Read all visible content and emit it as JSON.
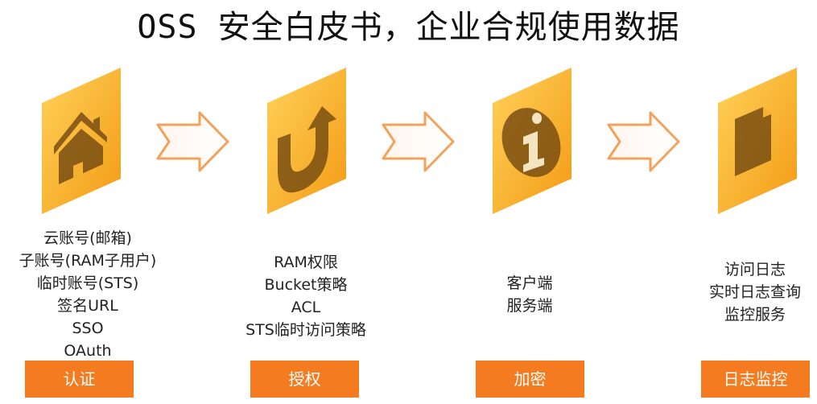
{
  "title": "OSS 安全白皮书，企业合规使用数据",
  "colors": {
    "card_light": "#ffd25a",
    "card_dark": "#f39a14",
    "arrow_stroke": "#f3a25a",
    "button": "#f47b1f",
    "icon": "#7a4f12"
  },
  "stages": [
    {
      "icon": "house-icon",
      "items": [
        "云账号(邮箱)",
        "子账号(RAM子用户)",
        "临时账号(STS)",
        "签名URL",
        "SSO",
        "OAuth"
      ],
      "label": "认证"
    },
    {
      "icon": "u-turn-arrow-icon",
      "items": [
        "RAM权限",
        "Bucket策略",
        "ACL",
        "STS临时访问策略"
      ],
      "label": "授权"
    },
    {
      "icon": "info-icon",
      "items": [
        "客户端",
        "服务端"
      ],
      "label": "加密"
    },
    {
      "icon": "document-icon",
      "items": [
        "访问日志",
        "实时日志查询",
        "监控服务"
      ],
      "label": "日志监控"
    }
  ]
}
